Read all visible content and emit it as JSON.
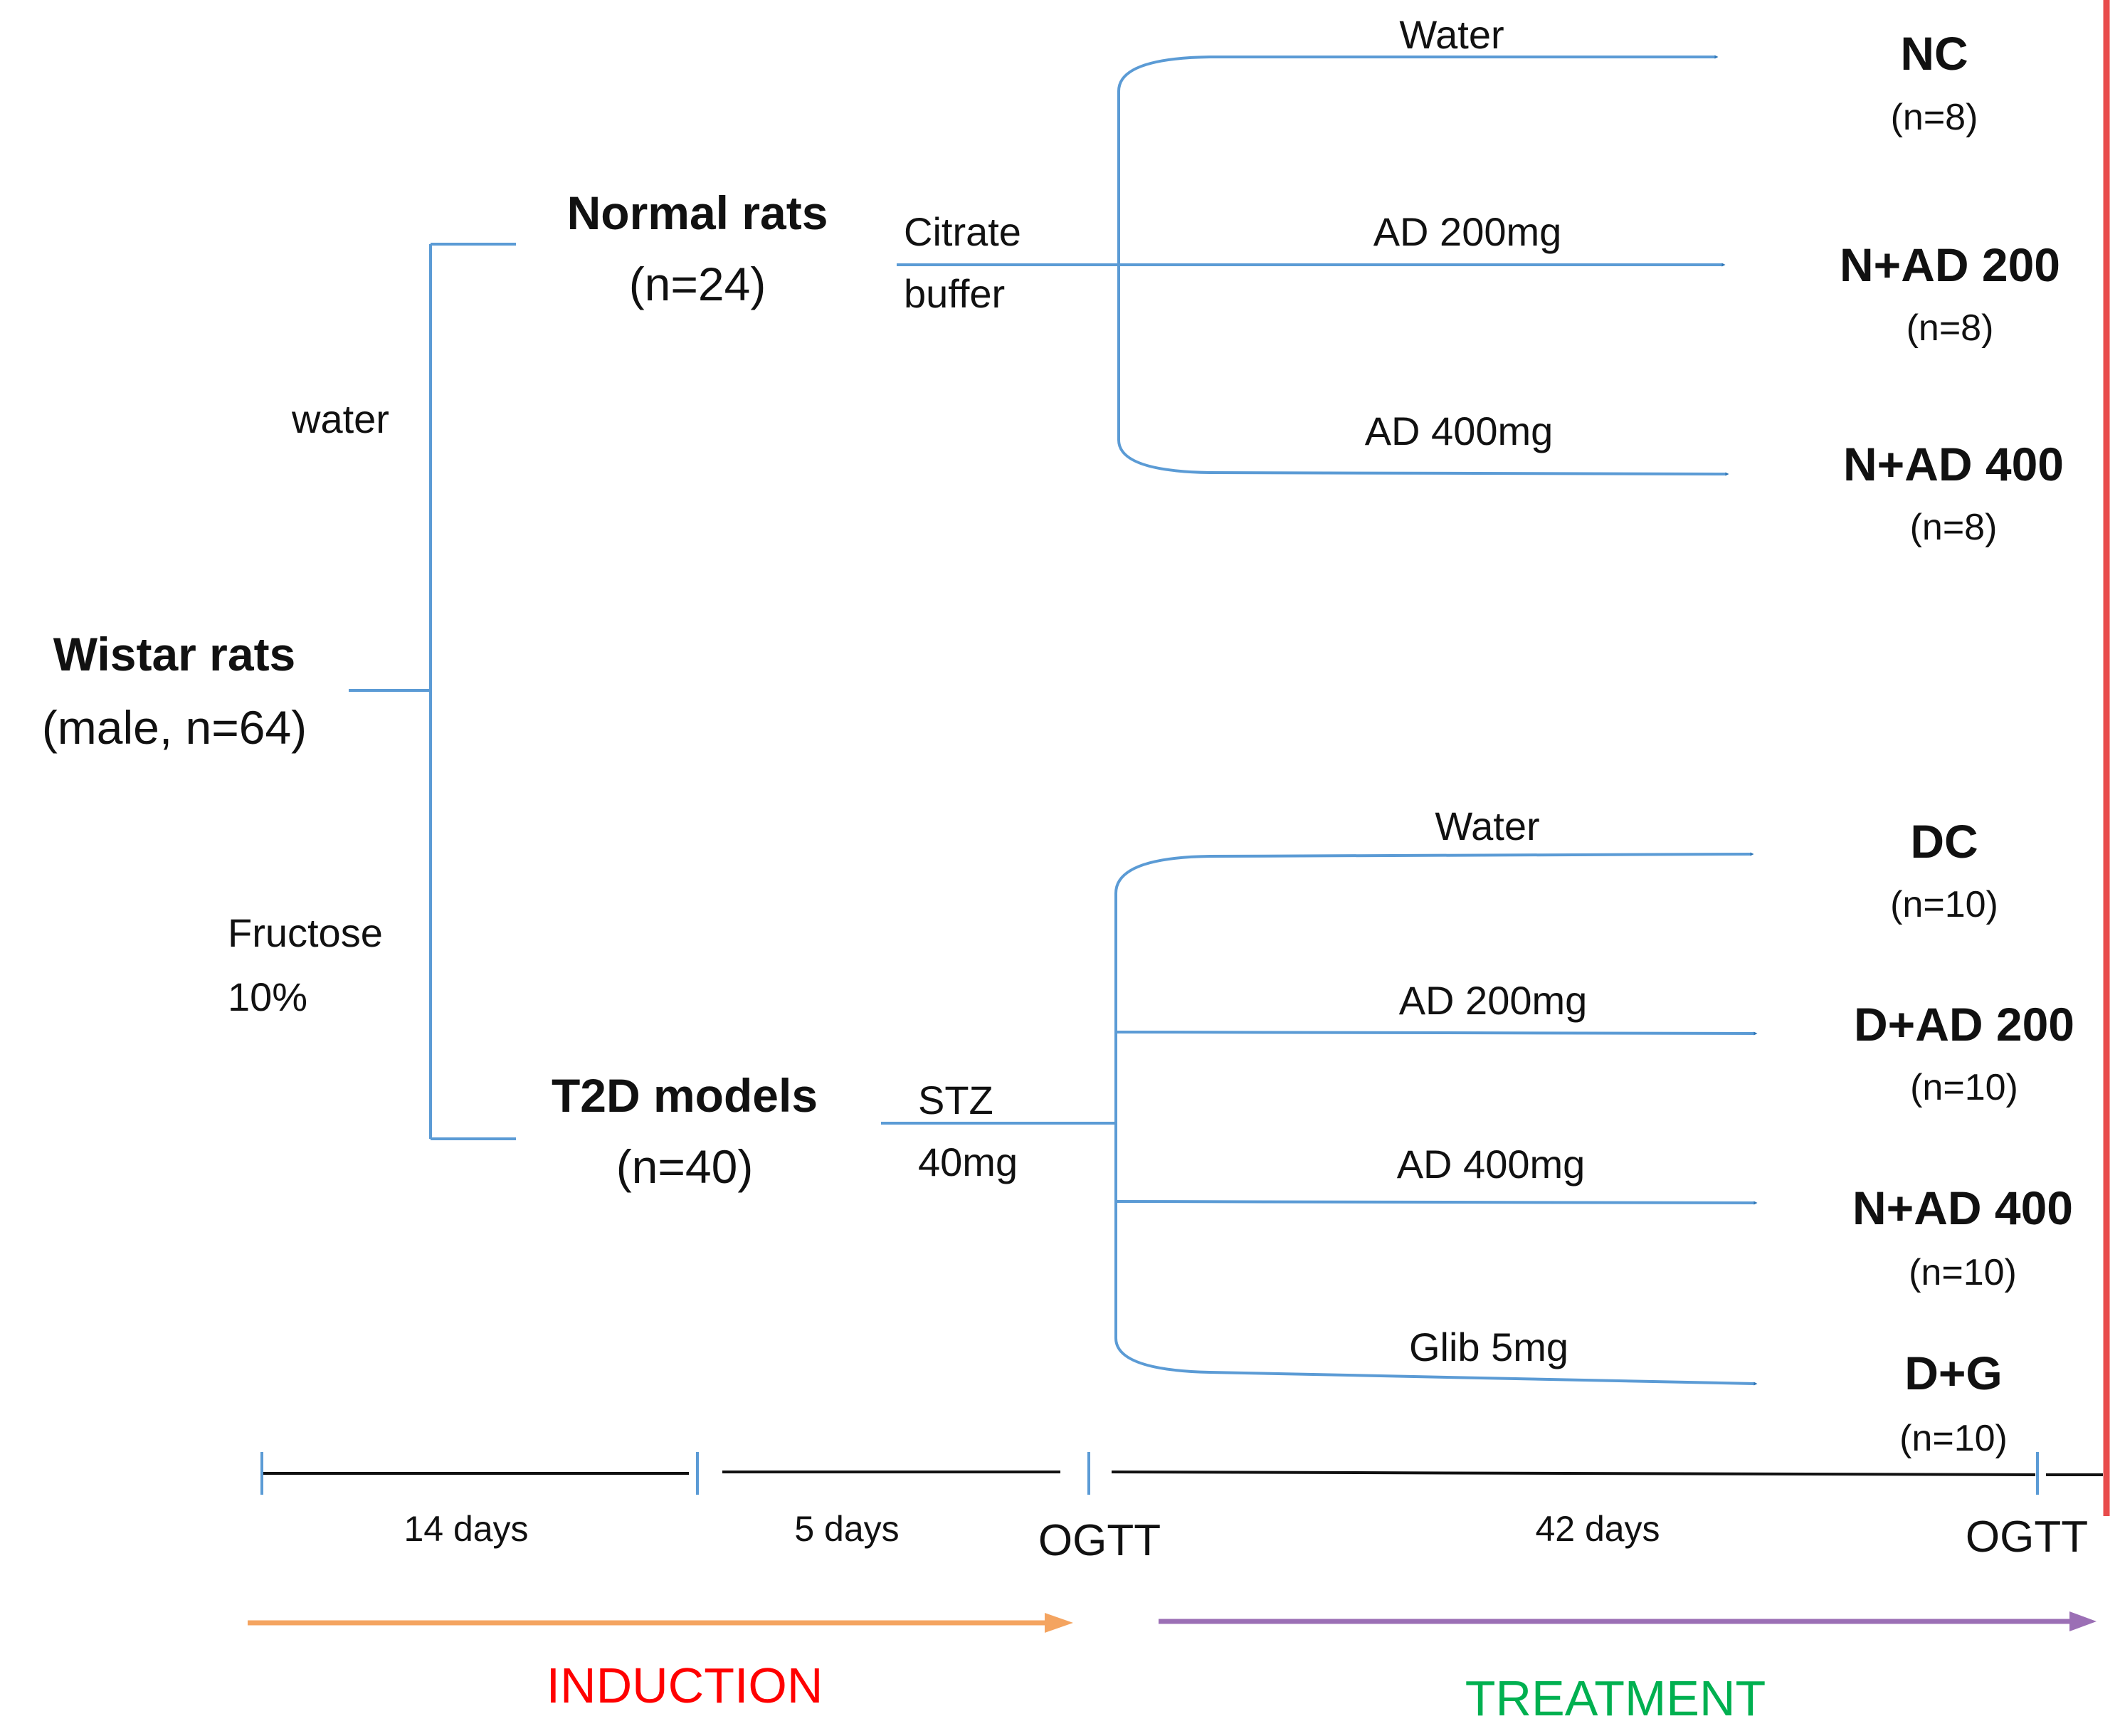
{
  "root": {
    "title": "Wistar rats",
    "subtitle": "(male, n=64)"
  },
  "branch_labels": {
    "upper": "water",
    "lower_line1": "Fructose",
    "lower_line2": "10%"
  },
  "groups": {
    "normal": {
      "title": "Normal rats",
      "n": "(n=24)",
      "agent_line1": "Citrate",
      "agent_line2": "buffer"
    },
    "t2d": {
      "title": "T2D models",
      "n": "(n=40)",
      "agent_line1": "STZ",
      "agent_line2": "40mg"
    }
  },
  "normal_arms": [
    {
      "treatment": "Water",
      "label": "NC",
      "n": "(n=8)"
    },
    {
      "treatment": "AD 200mg",
      "label": "N+AD 200",
      "n": "(n=8)"
    },
    {
      "treatment": "AD 400mg",
      "label": "N+AD 400",
      "n": "(n=8)"
    }
  ],
  "t2d_arms": [
    {
      "treatment": "Water",
      "label": "DC",
      "n": "(n=10)"
    },
    {
      "treatment": "AD 200mg",
      "label": "D+AD 200",
      "n": "(n=10)"
    },
    {
      "treatment": "AD 400mg",
      "label": "N+AD 400",
      "n": "(n=10)"
    },
    {
      "treatment": "Glib 5mg",
      "label": "D+G",
      "n": "(n=10)"
    }
  ],
  "timeline": {
    "segments": [
      "14 days",
      "5 days",
      "42 days"
    ],
    "checkpoints": [
      "OGTT",
      "OGTT"
    ]
  },
  "phases": [
    {
      "label": "INDUCTION",
      "label_color": "#ff0000",
      "arrow_color": "#f4a460"
    },
    {
      "label": "TREATMENT",
      "label_color": "#00b050",
      "arrow_color": "#9b6fb5"
    }
  ],
  "colors": {
    "connector": "#5b9bd5",
    "arrowhead": "#2e75b6",
    "end_line": "#e84c4c"
  }
}
